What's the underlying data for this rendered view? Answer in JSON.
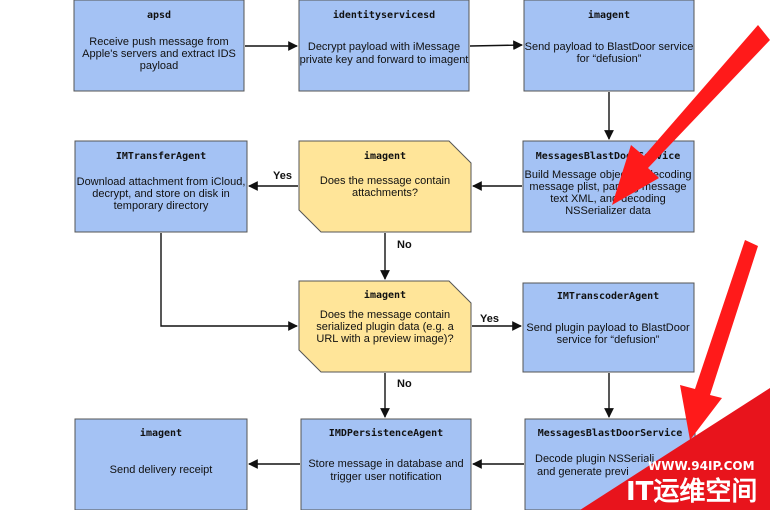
{
  "colors": {
    "process_fill": "#a4c2f4",
    "decision_fill": "#ffe599",
    "stroke": "#555555",
    "pointer_red": "#ff1a1a",
    "watermark_red": "#e8141c"
  },
  "nodes": {
    "apsd": {
      "title": "apsd",
      "lines": [
        "Receive push message from",
        "Apple's servers and extract IDS",
        "payload"
      ]
    },
    "identityservicesd": {
      "title": "identityservicesd",
      "lines": [
        "Decrypt payload with iMessage",
        "private key and forward to imagent"
      ]
    },
    "imagent_top": {
      "title": "imagent",
      "lines": [
        "Send payload to BlastDoor service",
        "for “defusion”"
      ]
    },
    "imtransferagent": {
      "title": "IMTransferAgent",
      "lines": [
        "Download attachment from iCloud,",
        "decrypt, and store on disk in",
        "temporary directory"
      ]
    },
    "decision_attachments": {
      "title": "imagent",
      "lines": [
        "Does the message contain",
        "attachments?"
      ]
    },
    "blastdoor_1": {
      "title": "MessagesBlastDoorService",
      "lines": [
        "Build Message object by decoding",
        "message plist, parsing message",
        "text XML, and decoding",
        "NSSerializer data"
      ]
    },
    "decision_plugin": {
      "title": "imagent",
      "lines": [
        "Does the message contain",
        "serialized plugin data (e.g. a",
        "URL with a preview image)?"
      ]
    },
    "imtranscoderagent": {
      "title": "IMTranscoderAgent",
      "lines": [
        "Send plugin payload to BlastDoor",
        "service for “defusion”"
      ]
    },
    "imagent_receipt": {
      "title": "imagent",
      "lines": [
        "Send delivery receipt"
      ]
    },
    "imdpersistenceagent": {
      "title": "IMDPersistenceAgent",
      "lines": [
        "Store message in database and",
        "trigger user notification"
      ]
    },
    "blastdoor_2": {
      "title": "MessagesBlastDoorService",
      "lines": [
        "Decode plugin NSSeriali",
        "and generate previ"
      ]
    }
  },
  "edge_labels": {
    "yes_1": "Yes",
    "no_1": "No",
    "yes_2": "Yes",
    "no_2": "No"
  },
  "watermark": {
    "url": "WWW.94IP.COM",
    "text": "IT运维空间"
  }
}
